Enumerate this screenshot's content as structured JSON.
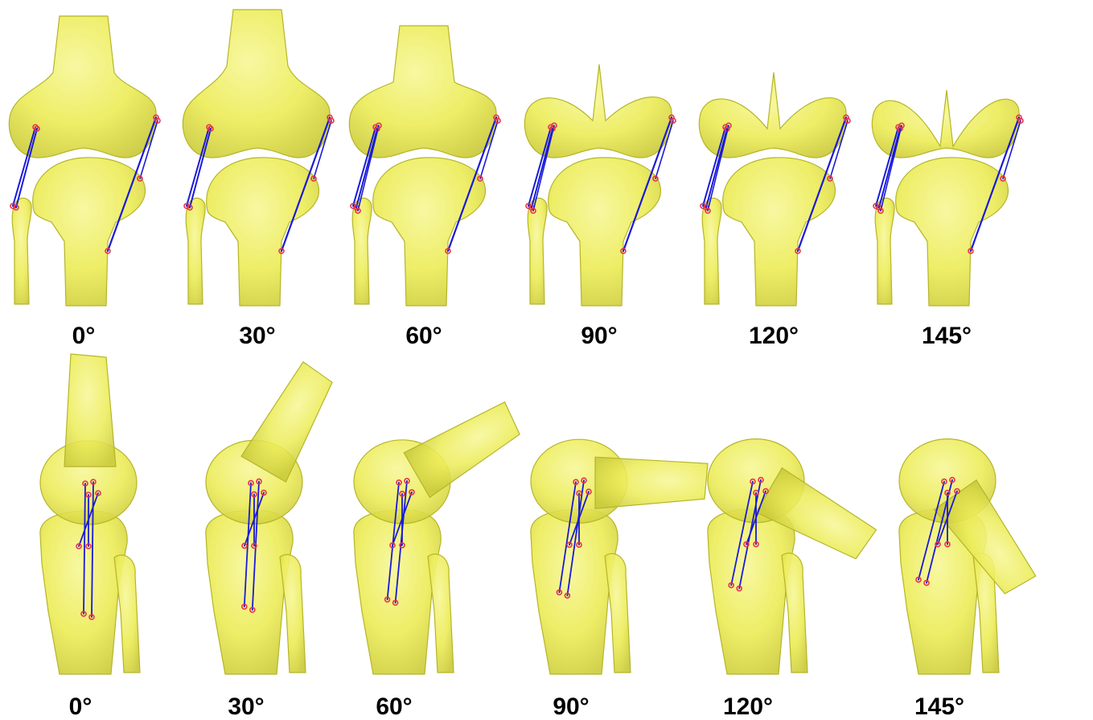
{
  "colors": {
    "bone_fill": "#ecec5a",
    "bone_highlight": "#f7f79a",
    "bone_shade": "#c9c93a",
    "bone_outline": "#b5b52a",
    "ligament": "#1a1ad8",
    "attachment_point": "#e8324a",
    "background": "#ffffff",
    "label_color": "#000000"
  },
  "rows": [
    {
      "view": "anterior",
      "panels": [
        {
          "angle": 0,
          "label": "0°"
        },
        {
          "angle": 30,
          "label": "30°"
        },
        {
          "angle": 60,
          "label": "60°"
        },
        {
          "angle": 90,
          "label": "90°"
        },
        {
          "angle": 120,
          "label": "120°"
        },
        {
          "angle": 145,
          "label": "145°"
        }
      ]
    },
    {
      "view": "lateral",
      "panels": [
        {
          "angle": 0,
          "label": "0°"
        },
        {
          "angle": 30,
          "label": "30°"
        },
        {
          "angle": 60,
          "label": "60°"
        },
        {
          "angle": 90,
          "label": "90°"
        },
        {
          "angle": 120,
          "label": "120°"
        },
        {
          "angle": 145,
          "label": "145°"
        }
      ]
    }
  ]
}
